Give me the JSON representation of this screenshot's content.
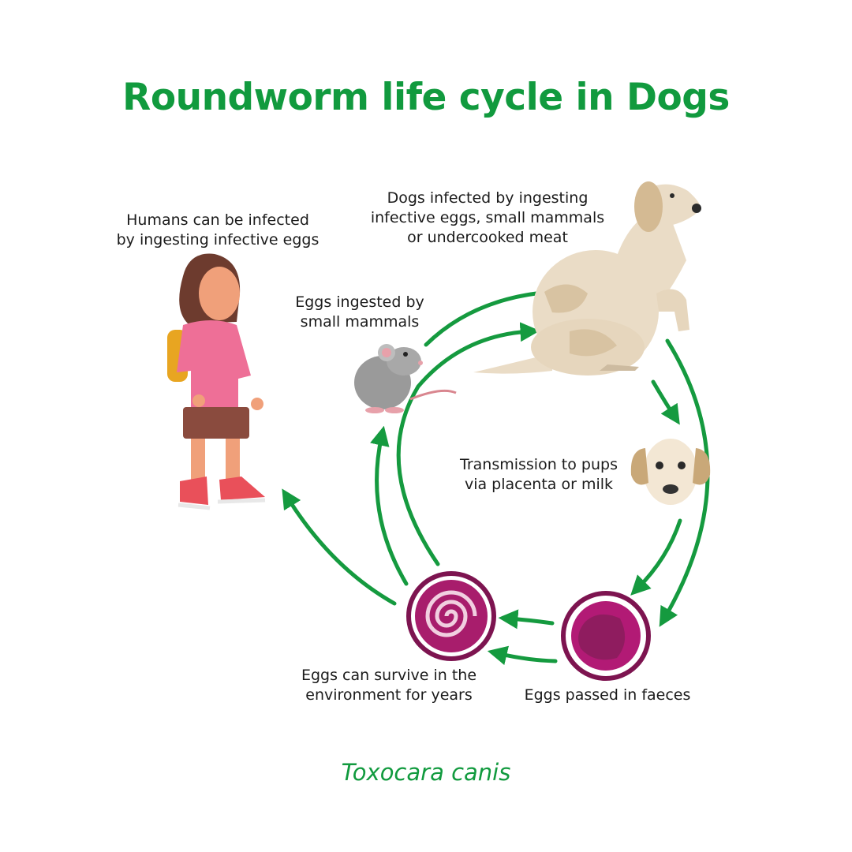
{
  "title": "Roundworm life cycle in Dogs",
  "species": "Toxocara canis",
  "colors": {
    "title_green": "#119a3e",
    "arrow_green": "#159a3f",
    "egg_outline": "#7d1450",
    "egg_fill": "#a81d6c",
    "text": "#1b1b1b"
  },
  "stages": {
    "dog": [
      "Dogs infected by ingesting",
      "infective eggs, small mammals",
      "or undercooked meat"
    ],
    "mammals": [
      "Eggs ingested by",
      "small mammals"
    ],
    "humans": [
      "Humans can be infected",
      "by ingesting infective eggs"
    ],
    "pups": [
      "Transmission to pups",
      "via placenta or milk"
    ],
    "faeces": [
      "Eggs passed in faeces"
    ],
    "environment": [
      "Eggs can survive in the",
      "environment for years"
    ]
  },
  "icons": [
    "adult-dog-icon",
    "puppy-icon",
    "mouse-icon",
    "girl-icon",
    "unembryonated-egg-icon",
    "embryonated-egg-icon"
  ]
}
